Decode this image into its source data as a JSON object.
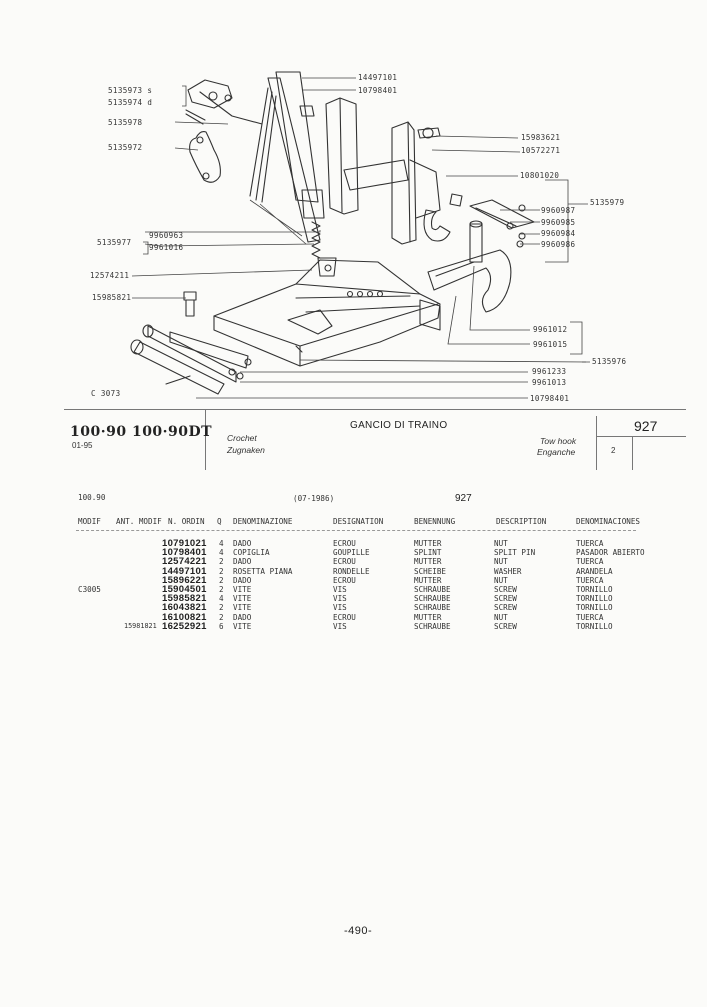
{
  "diagram": {
    "callouts_left": [
      "5135973 s",
      "5135974 d",
      "5135978",
      "5135972",
      "5135977",
      "9960963",
      "9961016",
      "12574211",
      "15985821"
    ],
    "callouts_right": [
      "14497101",
      "10798401",
      "15983621",
      "10572271",
      "10801020",
      "5135979",
      "9960987",
      "9960985",
      "9960984",
      "9960986",
      "9961012",
      "9961015",
      "5135976",
      "9961233",
      "9961013",
      "10798401"
    ],
    "figure_code": "C 3073"
  },
  "header": {
    "models": "100·90 100·90DT",
    "date": "01-95",
    "title": "GANCIO DI TRAINO",
    "subtitle_fr": "Crochet",
    "subtitle_de": "Zugnaken",
    "subtitle_en": "Tow hook",
    "subtitle_es": "Enganche",
    "page_group": "927",
    "sheet": "2"
  },
  "parts_list": {
    "model": "100.90",
    "range": "(07-1986)",
    "group": "927",
    "columns": [
      "MODIF",
      "ANT. MODIF",
      "N. ORDIN",
      "Q",
      "DENOMINAZIONE",
      "DESIGNATION",
      "BENENNUNG",
      "DESCRIPTION",
      "DENOMINACIONES"
    ],
    "rows": [
      {
        "modif": "",
        "ant": "",
        "ordin": "10791021",
        "q": "4",
        "it": "DADO",
        "fr": "ECROU",
        "de": "MUTTER",
        "en": "NUT",
        "es": "TUERCA"
      },
      {
        "modif": "",
        "ant": "",
        "ordin": "10798401",
        "q": "4",
        "it": "COPIGLIA",
        "fr": "GOUPILLE",
        "de": "SPLINT",
        "en": "SPLIT PIN",
        "es": "PASADOR ABIERTO"
      },
      {
        "modif": "",
        "ant": "",
        "ordin": "12574221",
        "q": "2",
        "it": "DADO",
        "fr": "ECROU",
        "de": "MUTTER",
        "en": "NUT",
        "es": "TUERCA"
      },
      {
        "modif": "",
        "ant": "",
        "ordin": "14497101",
        "q": "2",
        "it": "ROSETTA PIANA",
        "fr": "RONDELLE",
        "de": "SCHEIBE",
        "en": "WASHER",
        "es": "ARANDELA"
      },
      {
        "modif": "",
        "ant": "",
        "ordin": "15896221",
        "q": "2",
        "it": "DADO",
        "fr": "ECROU",
        "de": "MUTTER",
        "en": "NUT",
        "es": "TUERCA"
      },
      {
        "modif": "C3005",
        "ant": "",
        "ordin": "15904501",
        "q": "2",
        "it": "VITE",
        "fr": "VIS",
        "de": "SCHRAUBE",
        "en": "SCREW",
        "es": "TORNILLO"
      },
      {
        "modif": "",
        "ant": "",
        "ordin": "15985821",
        "q": "4",
        "it": "VITE",
        "fr": "VIS",
        "de": "SCHRAUBE",
        "en": "SCREW",
        "es": "TORNILLO"
      },
      {
        "modif": "",
        "ant": "",
        "ordin": "16043821",
        "q": "2",
        "it": "VITE",
        "fr": "VIS",
        "de": "SCHRAUBE",
        "en": "SCREW",
        "es": "TORNILLO"
      },
      {
        "modif": "",
        "ant": "",
        "ordin": "16100821",
        "q": "2",
        "it": "DADO",
        "fr": "ECROU",
        "de": "MUTTER",
        "en": "NUT",
        "es": "TUERCA"
      },
      {
        "modif": "",
        "ant": "15981821",
        "ordin": "16252921",
        "q": "6",
        "it": "VITE",
        "fr": "VIS",
        "de": "SCHRAUBE",
        "en": "SCREW",
        "es": "TORNILLO"
      }
    ]
  },
  "footer": {
    "page_number": "-490-"
  }
}
